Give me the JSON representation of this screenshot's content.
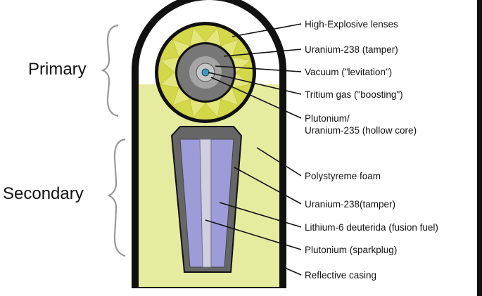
{
  "groups": {
    "primary": "Primary",
    "secondary": "Secondary"
  },
  "labels": [
    {
      "text": "High-Explosive lenses"
    },
    {
      "text": "Uranium-238 (tamper)"
    },
    {
      "text": "Vacuum (\"levitation\")"
    },
    {
      "text": "Tritium gas (\"boosting\")"
    },
    {
      "text": "Plutonium/",
      "text2": "Uranium-235 (hollow core)"
    },
    {
      "text": "Polystyreme foam"
    },
    {
      "text": "Uranium-238(tamper)"
    },
    {
      "text": "Lithium-6 deuterida (fusion fuel)"
    },
    {
      "text": "Plutonium (sparkplug)"
    },
    {
      "text": "Reflective casing"
    }
  ],
  "colors": {
    "casing": "#111111",
    "foam": "#e6ec9f",
    "lens_ring": "#d3d74a",
    "tamper": "#777777",
    "vacuum": "#a5a5a5",
    "core": "#c6c6c6",
    "tritium": "#3a9ac8",
    "secondary_tamper": "#666666",
    "fusion_fuel": "#9e9cd8",
    "sparkplug": "#cfcfe0",
    "brace": "#999999"
  }
}
